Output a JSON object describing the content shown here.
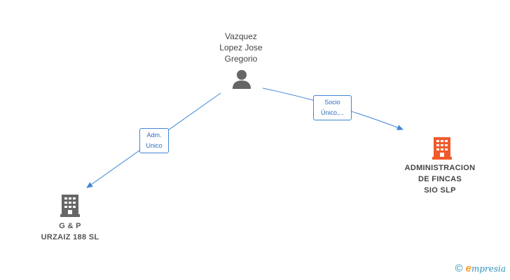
{
  "person": {
    "name_lines": [
      "Vazquez",
      "Lopez Jose",
      "Gregorio"
    ],
    "icon": "person-icon"
  },
  "companies": [
    {
      "name_lines": [
        "ADMINISTRACION",
        "DE FINCAS",
        "SIO SLP"
      ],
      "icon": "building-icon",
      "color": "#f05a2a"
    },
    {
      "name_lines": [
        "G & P",
        "URZAIZ 188 SL"
      ],
      "icon": "building-icon",
      "color": "#666666"
    }
  ],
  "relations": [
    {
      "label_lines": [
        "Socio",
        "Único,..."
      ],
      "from": "person",
      "to": "ADMINISTRACION DE FINCAS SIO SLP"
    },
    {
      "label_lines": [
        "Adm.",
        "Unico"
      ],
      "from": "person",
      "to": "G & P URZAIZ 188 SL"
    }
  ],
  "edge_color": "#3f86d6",
  "brand": {
    "copyright": "©",
    "initial": "e",
    "name": "mpresia"
  }
}
